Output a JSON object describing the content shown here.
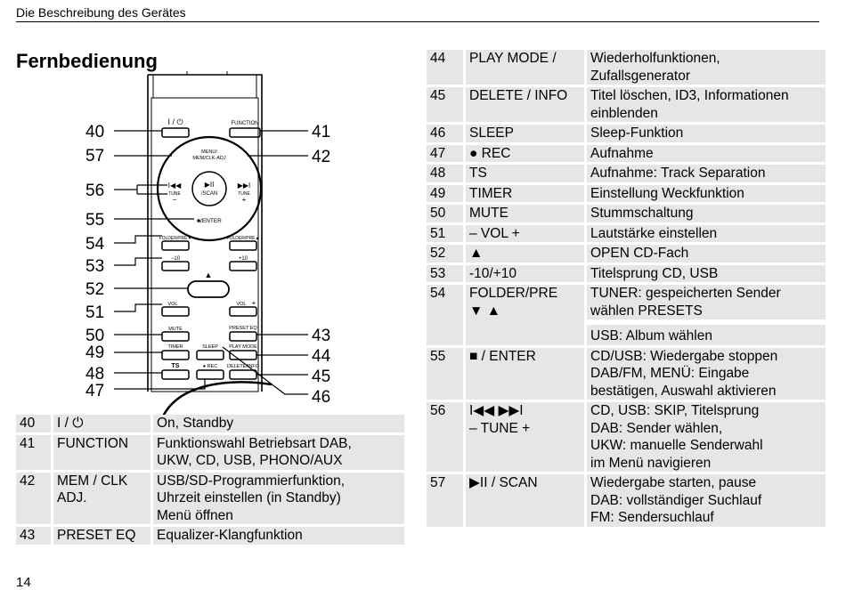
{
  "header": {
    "title": "Die Beschreibung des Gerätes"
  },
  "section_title": "Fernbedienung",
  "page_number": "14",
  "remote": {
    "callouts_left": [
      "40",
      "57",
      "56",
      "55",
      "54",
      "53",
      "52",
      "51",
      "50",
      "49",
      "48",
      "47"
    ],
    "callouts_right": [
      "41",
      "42",
      "43",
      "44",
      "45",
      "46"
    ],
    "button_labels": {
      "power": "I / ⏻",
      "function": "FUNCTION",
      "menu": "MENU/",
      "mem_clk": "MEM/CLK-ADJ",
      "play_scan_1": "▶II",
      "play_scan_2": "/SCAN",
      "tune_left": "TUNE",
      "tune_right": "TUNE",
      "enter": "■/ENTER",
      "folder_pre_left": "FOLDER/PRE▼",
      "folder_pre_right": "FOLDER/PRE▲",
      "minus10": "−10",
      "plus10": "+10",
      "eject": "▲",
      "vol_minus": "VOL",
      "vol_plus": "VOL",
      "preset_eq": "PRESET EQ",
      "mute": "MUTE",
      "timer": "TIMER",
      "sleep": "SLEEP",
      "play_mode": "PLAY MODE",
      "ts": "TS",
      "rec": "● REC",
      "delete_info": "DELETE/INFO"
    }
  },
  "table_left": [
    {
      "num": "40",
      "key": "I / ⏻",
      "desc": [
        "On, Standby"
      ]
    },
    {
      "num": "41",
      "key": "FUNCTION",
      "desc": [
        "Funktionswahl Betriebsart DAB,",
        "UKW, CD, USB, PHONO/AUX"
      ]
    },
    {
      "num": "42",
      "key": "MEM / CLK ADJ.",
      "desc": [
        "USB/SD-Programmierfunktion,",
        "Uhrzeit einstellen (in Standby)",
        "Menü öffnen"
      ]
    },
    {
      "num": "43",
      "key": "PRESET EQ",
      "desc": [
        "Equalizer-Klangfunktion"
      ]
    }
  ],
  "table_right": [
    {
      "num": "44",
      "key": "PLAY MODE /",
      "desc": [
        "Wiederholfunktionen,",
        "Zufallsgenerator"
      ]
    },
    {
      "num": "45",
      "key": "DELETE / INFO",
      "desc": [
        "Titel löschen, ID3, Informationen",
        "einblenden"
      ]
    },
    {
      "num": "46",
      "key": "SLEEP",
      "desc": [
        "Sleep-Funktion"
      ]
    },
    {
      "num": "47",
      "key": "● REC",
      "desc": [
        "Aufnahme"
      ]
    },
    {
      "num": "48",
      "key": "TS",
      "desc": [
        "Aufnahme: Track Separation"
      ]
    },
    {
      "num": "49",
      "key": "TIMER",
      "desc": [
        "Einstellung Weckfunktion"
      ]
    },
    {
      "num": "50",
      "key": "MUTE",
      "desc": [
        "Stummschaltung"
      ]
    },
    {
      "num": "51",
      "key": "– VOL +",
      "desc": [
        "Lautstärke einstellen"
      ]
    },
    {
      "num": "52",
      "key": "▲",
      "desc": [
        "OPEN CD-Fach"
      ]
    },
    {
      "num": "53",
      "key": "-10/+10",
      "desc": [
        "Titelsprung CD, USB"
      ]
    },
    {
      "num": "54",
      "key": "FOLDER/PRE",
      "key2": "▼ ▲",
      "desc": [
        "TUNER: gespeicherten Sender",
        "wählen PRESETS"
      ],
      "desc_sub": "USB: Album wählen"
    },
    {
      "num": "55",
      "key": "■ / ENTER",
      "desc": [
        "CD/USB: Wiedergabe stoppen",
        "DAB/FM, MENÜ: Eingabe",
        "bestätigen, Auswahl aktivieren"
      ]
    },
    {
      "num": "56",
      "key": "I◀◀  ▶▶I",
      "key2": "– TUNE +",
      "desc": [
        "CD, USB: SKIP, Titelsprung",
        "DAB: Sender wählen,",
        "UKW: manuelle Senderwahl",
        "im Menü navigieren"
      ]
    },
    {
      "num": "57",
      "key": "▶II / SCAN",
      "desc": [
        "Wiedergabe starten, pause",
        "DAB: vollständiger Suchlauf",
        "FM: Sendersuchlauf"
      ]
    }
  ]
}
